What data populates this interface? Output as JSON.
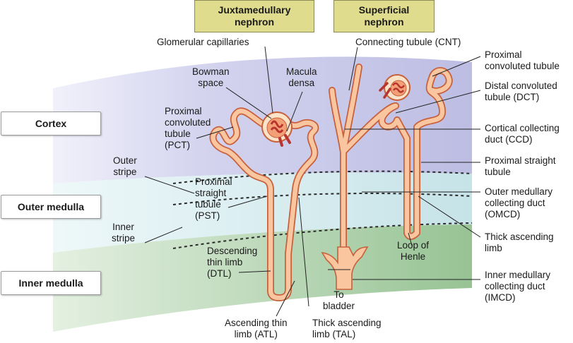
{
  "headers": {
    "juxtamedullary": [
      "Juxtamedullary",
      "nephron"
    ],
    "superficial": [
      "Superficial",
      "nephron"
    ]
  },
  "regions": {
    "cortex": "Cortex",
    "outer_medulla": "Outer medulla",
    "inner_medulla": "Inner medulla"
  },
  "labels": {
    "glomerular_capillaries": "Glomerular capillaries",
    "bowman_space": [
      "Bowman",
      "space"
    ],
    "macula_densa": [
      "Macula",
      "densa"
    ],
    "pct_left": [
      "Proximal",
      "convoluted",
      "tubule",
      "(PCT)"
    ],
    "outer_stripe": [
      "Outer",
      "stripe"
    ],
    "inner_stripe": [
      "Inner",
      "stripe"
    ],
    "pst": [
      "Proximal",
      "straight",
      "tubule",
      "(PST)"
    ],
    "dtl": [
      "Descending",
      "thin limb",
      "(DTL)"
    ],
    "atl": [
      "Ascending thin",
      "limb (ATL)"
    ],
    "tal": [
      "Thick ascending",
      "limb (TAL)"
    ],
    "to_bladder": [
      "To",
      "bladder"
    ],
    "loop_of_henle": [
      "Loop of",
      "Henle"
    ],
    "cnt": "Connecting tubule (CNT)",
    "pct_right": [
      "Proximal",
      "convoluted tubule"
    ],
    "dct": [
      "Distal convoluted",
      "tubule (DCT)"
    ],
    "ccd": [
      "Cortical collecting",
      "duct (CCD)"
    ],
    "proximal_straight_right": [
      "Proximal straight",
      "tubule"
    ],
    "omcd": [
      "Outer medullary",
      "collecting duct",
      "(OMCD)"
    ],
    "thick_ascending_right": [
      "Thick ascending",
      "limb"
    ],
    "imcd": [
      "Inner medullary",
      "collecting duct",
      "(IMCD)"
    ]
  },
  "colors": {
    "cortex": "#c9c9ea",
    "outer_medulla": "#cfe7ea",
    "inner_medulla": "#a9cda6",
    "tubule_fill": "#f9c6a0",
    "tubule_edge": "#c7603c",
    "glomerulus": "#b8352f",
    "header_fill": "#e0dc8e"
  }
}
